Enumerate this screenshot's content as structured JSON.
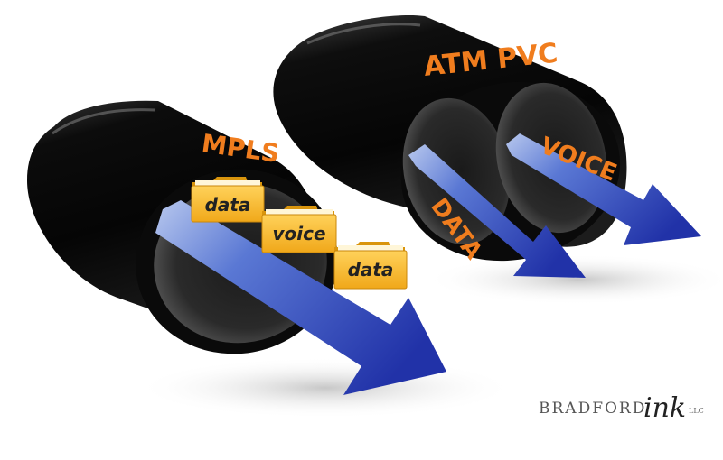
{
  "tubes": {
    "left": {
      "label": "MPLS",
      "folders": [
        {
          "label": "data"
        },
        {
          "label": "voice"
        },
        {
          "label": "data"
        }
      ]
    },
    "right": {
      "label": "ATM PVC",
      "channels": [
        {
          "label": "DATA"
        },
        {
          "label": "VOICE"
        }
      ]
    }
  },
  "brand": {
    "name": "BRADFORD",
    "ink": "ink",
    "suffix": "LLC"
  },
  "colors": {
    "tube": "#0b0b0b",
    "label_orange": "#f07d1e",
    "arrow_blue": "#2a3fb0",
    "folder_yellow": "#f5b521"
  }
}
